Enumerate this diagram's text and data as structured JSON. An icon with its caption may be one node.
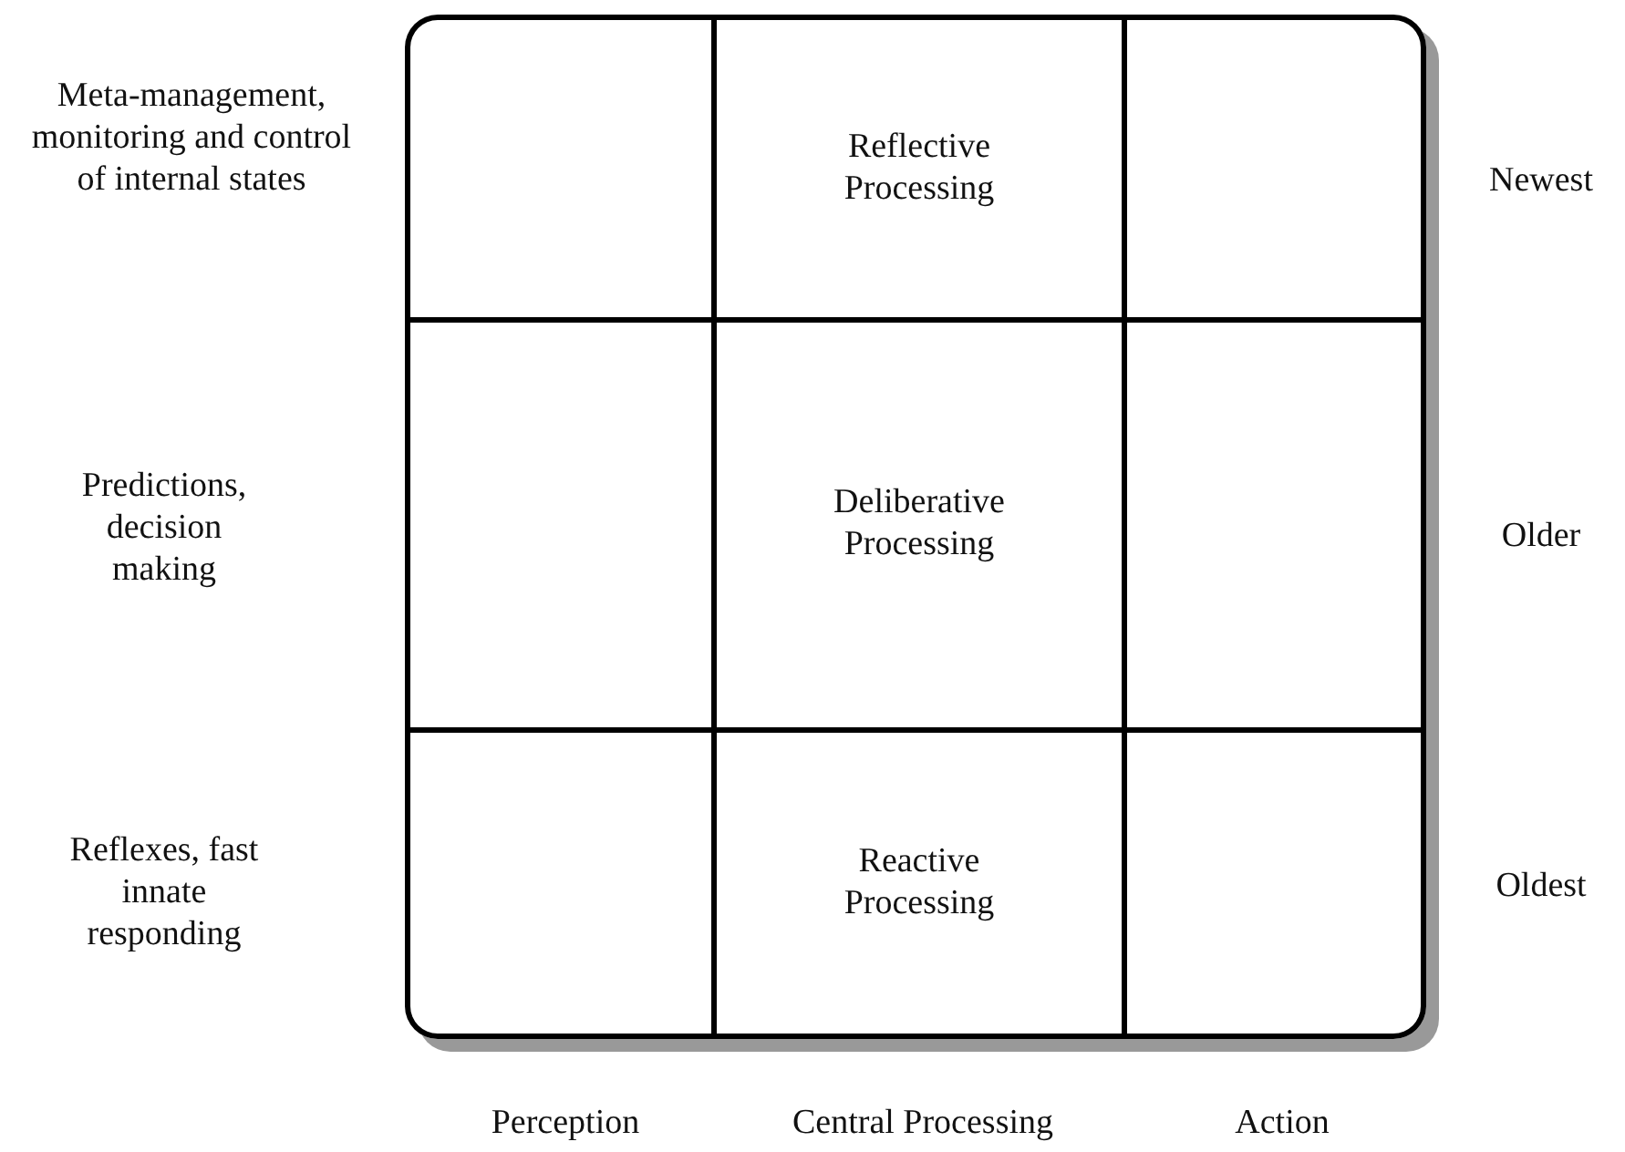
{
  "diagram": {
    "nodes": [
      {
        "text": [],
        "shape": "box"
      },
      {
        "text": [],
        "shape": "box",
        "in": 0
      },
      {
        "text": [
          "Reflective Processing"
        ],
        "in": 0
      },
      {
        "text": [],
        "shape": "box",
        "in": 0
      },
      {
        "text": [],
        "shape": "box",
        "in": 0
      },
      {
        "text": [
          "Deliberative Processing"
        ],
        "in": 0
      },
      {
        "text": [],
        "shape": "box",
        "in": 0
      },
      {
        "text": [],
        "shape": "box",
        "in": 0
      },
      {
        "text": [
          "Reactive Processing"
        ],
        "in": 0
      },
      {
        "text": [],
        "shape": "box",
        "in": 0
      }
    ],
    "labels": [
      "Meta-management, monitoring and control of internal states",
      "Newest",
      "Predictions, decision making",
      "Older",
      "Reflexes, fast innate responding",
      "Oldest",
      "Perception",
      "Central Processing",
      "Action"
    ]
  }
}
